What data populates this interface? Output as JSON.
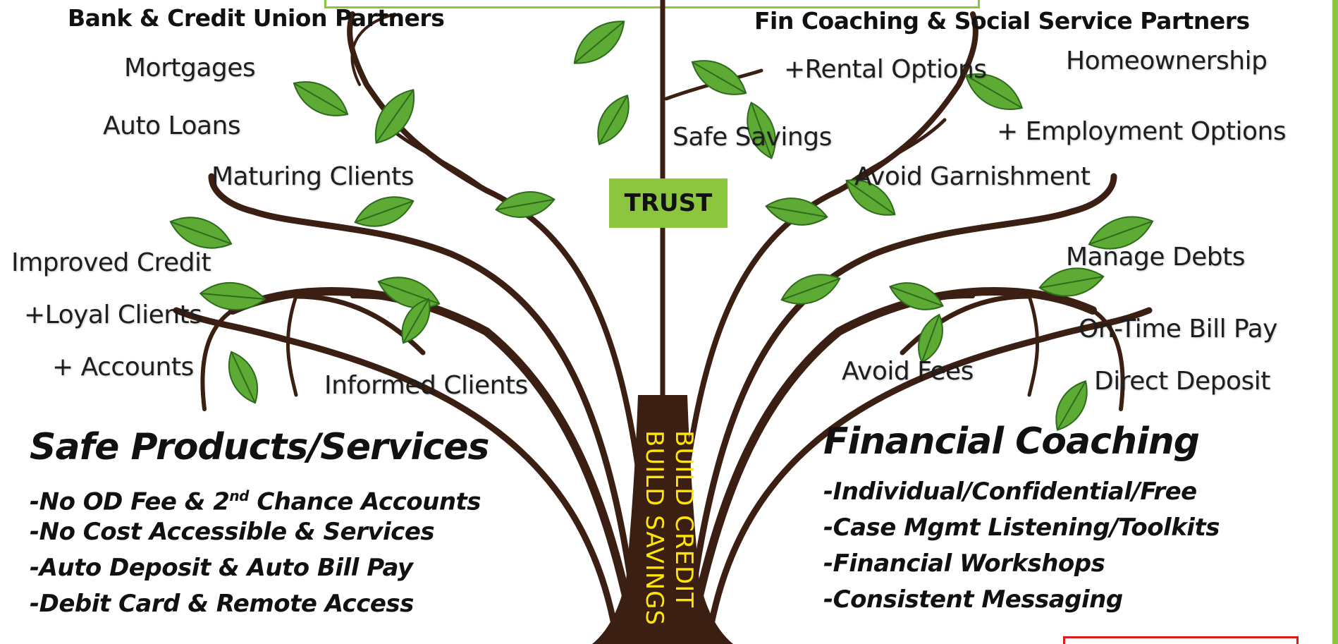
{
  "headers": {
    "left": "Bank & Credit Union Partners",
    "right": "Fin Coaching  & Social Service Partners"
  },
  "center_label": "TRUST",
  "trunk_texts": [
    "BUILD SAVINGS",
    "BUILD CREDIT"
  ],
  "branch_labels": {
    "mortgages": "Mortgages",
    "auto_loans": "Auto Loans",
    "maturing_clients": "Maturing Clients",
    "improved_credit": "Improved Credit",
    "loyal_clients": "+Loyal Clients",
    "accounts": "+ Accounts",
    "informed_clients": "Informed Clients",
    "rental_options": "+Rental Options",
    "homeownership": "Homeownership",
    "safe_savings": "Safe Savings",
    "employment_options": "+ Employment Options",
    "avoid_garnishment": "Avoid Garnishment",
    "manage_debts": "Manage Debts",
    "on_time_bill_pay": "On-Time Bill Pay",
    "avoid_fees": "Avoid Fees",
    "direct_deposit": "Direct Deposit"
  },
  "left_section": {
    "title": "Safe Products/Services",
    "items": [
      {
        "before": "-No OD Fee & 2",
        "sup": "nd",
        "after": " Chance  Accounts"
      },
      {
        "before": "-No Cost Accessible & Services",
        "sup": "",
        "after": ""
      },
      {
        "before": "-Auto Deposit & Auto  Bill Pay",
        "sup": "",
        "after": ""
      },
      {
        "before": "-Debit Card  & Remote Access",
        "sup": "",
        "after": ""
      }
    ]
  },
  "right_section": {
    "title": "Financial Coaching",
    "items": [
      "-Individual/Confidential/Free",
      "-Case Mgmt Listening/Toolkits",
      "-Financial Workshops",
      "-Consistent Messaging"
    ]
  },
  "colors": {
    "trunk": "#3a1f12",
    "leaf": "#5daa34",
    "leaf_vein": "#2e6b1c",
    "trust_bg": "#8cc63f",
    "trunk_text": "#ffe600",
    "frame": "#8cc63f",
    "red_box": "#e0191e"
  }
}
